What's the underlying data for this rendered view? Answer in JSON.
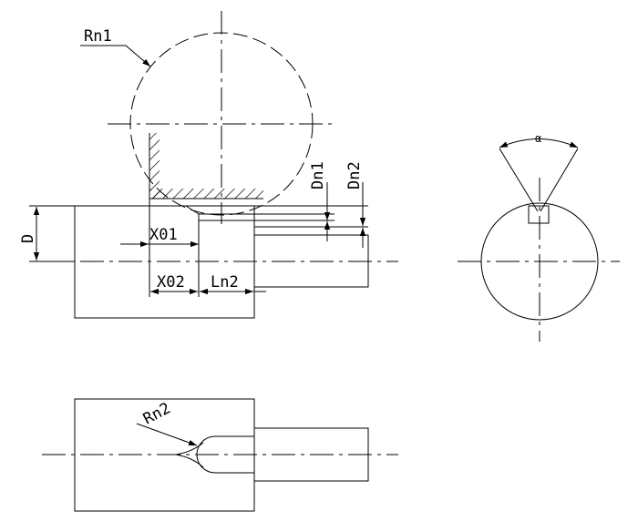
{
  "labels": {
    "rn1": "Rn1",
    "rn2": "Rn2",
    "d": "D",
    "dn1": "Dn1",
    "dn2": "Dn2",
    "x01": "X01",
    "x02": "X02",
    "ln2": "Ln2",
    "alpha": "α"
  },
  "colors": {
    "line": "#000000",
    "background": "#ffffff"
  }
}
